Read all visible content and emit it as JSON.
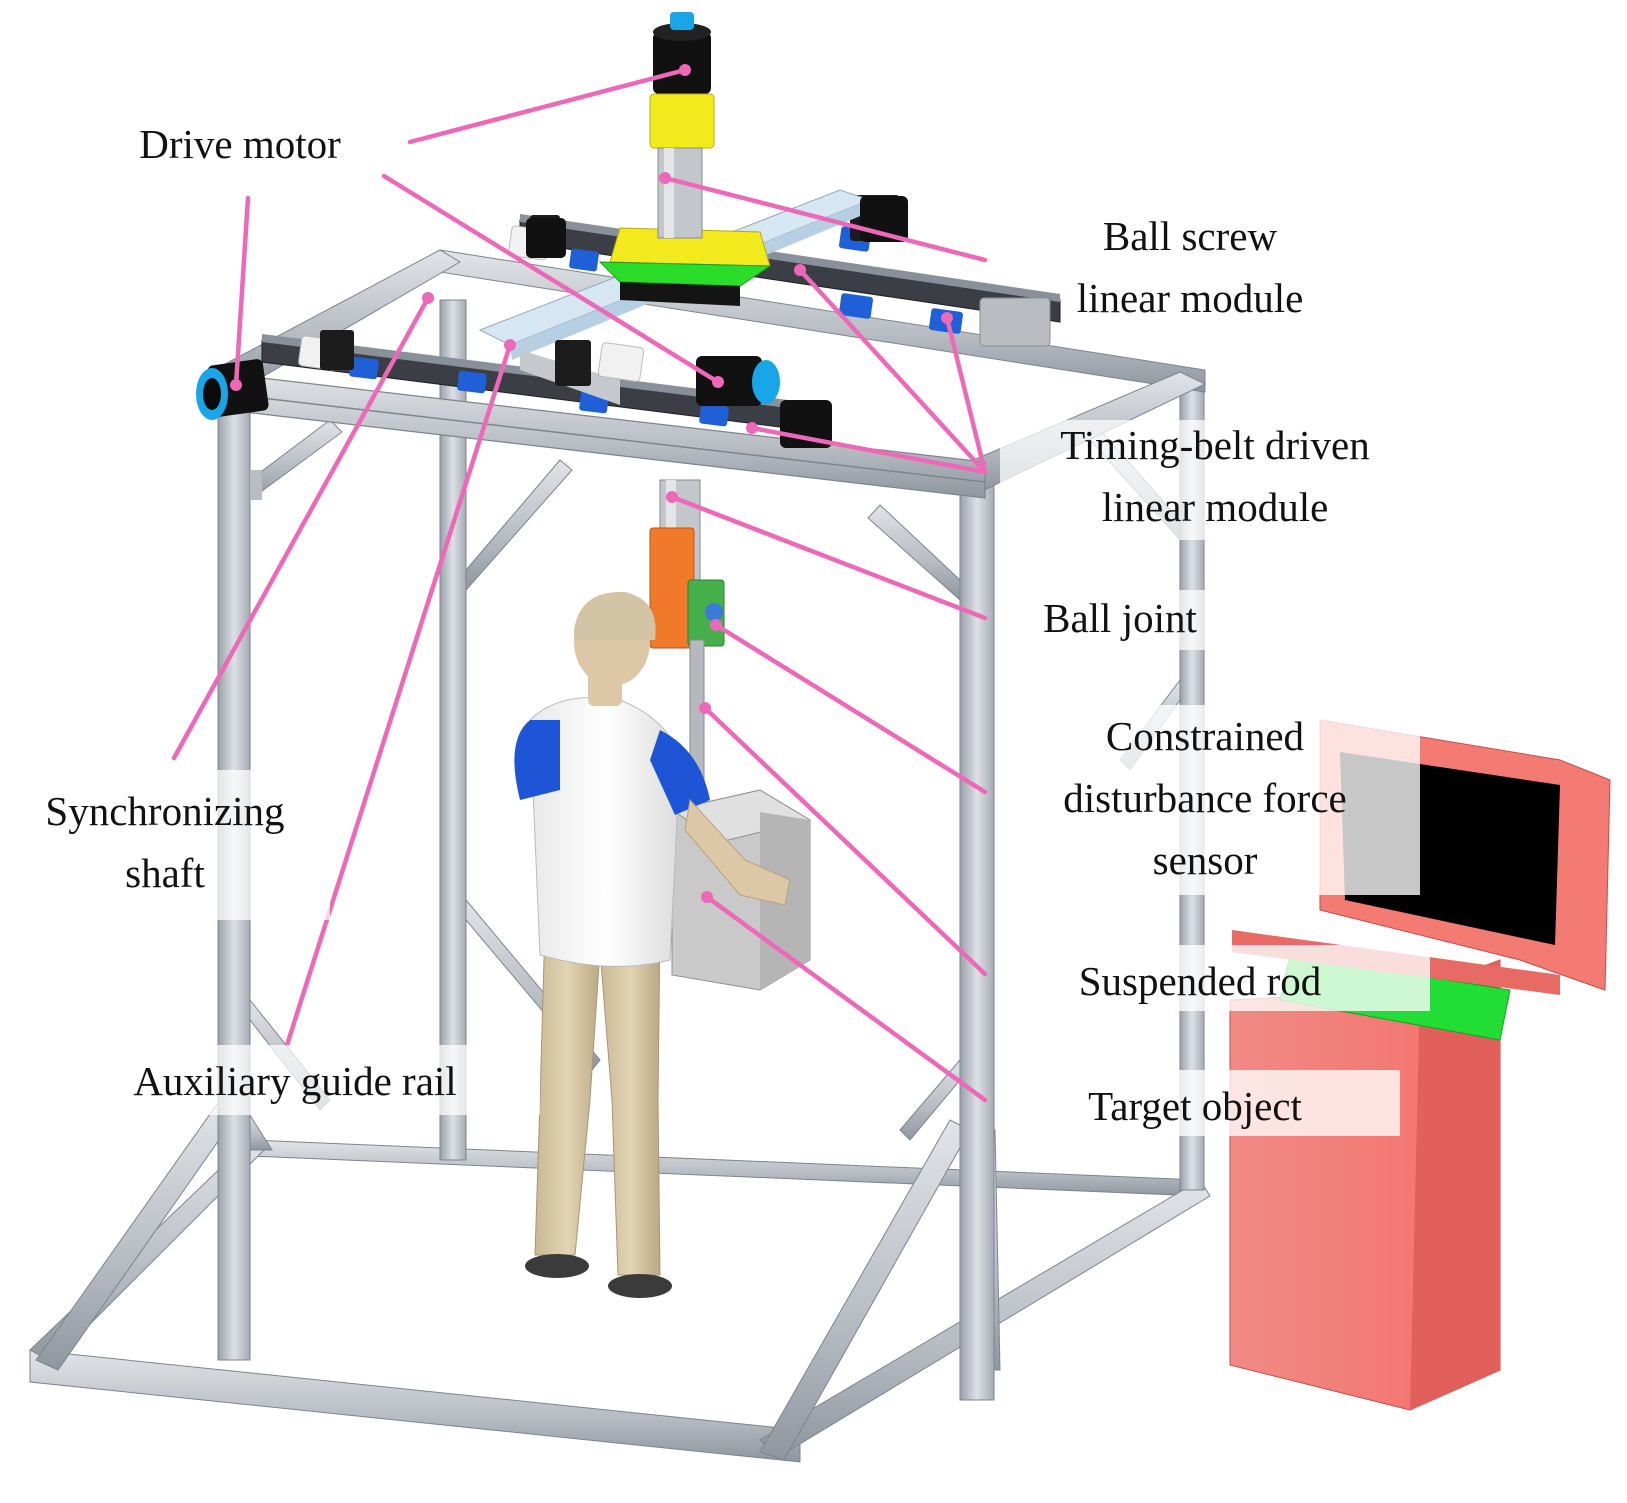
{
  "labels": {
    "drive_motor": "Drive motor",
    "ball_screw_1": "Ball screw",
    "ball_screw_2": "linear module",
    "timing_belt_1": "Timing-belt driven",
    "timing_belt_2": "linear module",
    "ball_joint": "Ball joint",
    "constrained_1": "Constrained",
    "constrained_2": "disturbance force",
    "constrained_3": "sensor",
    "suspended_rod": "Suspended rod",
    "target_object": "Target object",
    "synchronizing_1": "Synchronizing",
    "synchronizing_2": "shaft",
    "auxiliary_rail": "Auxiliary guide rail"
  },
  "colors": {
    "callout": "#ee68b8",
    "frame": "#c7ccd3",
    "frame_dark": "#8e959e",
    "console": "#f47a74",
    "console_side": "#e2605c",
    "screen": "#000000",
    "keyboard": "#22dd33",
    "motor_body": "#111111",
    "motor_cap": "#19a6e8",
    "slider_block": "#1f5fd8",
    "ball_screw_housing": "#f3ea1e",
    "ball_joint_mount": "#f07a2a",
    "carriage_plate": "#2bdc2b",
    "person_shirt": "#ffffff",
    "person_sleeve": "#1d55d6",
    "person_pants": "#d6c6a3",
    "person_skin": "#dcc7a6",
    "target_box": "#c9c9c9"
  }
}
